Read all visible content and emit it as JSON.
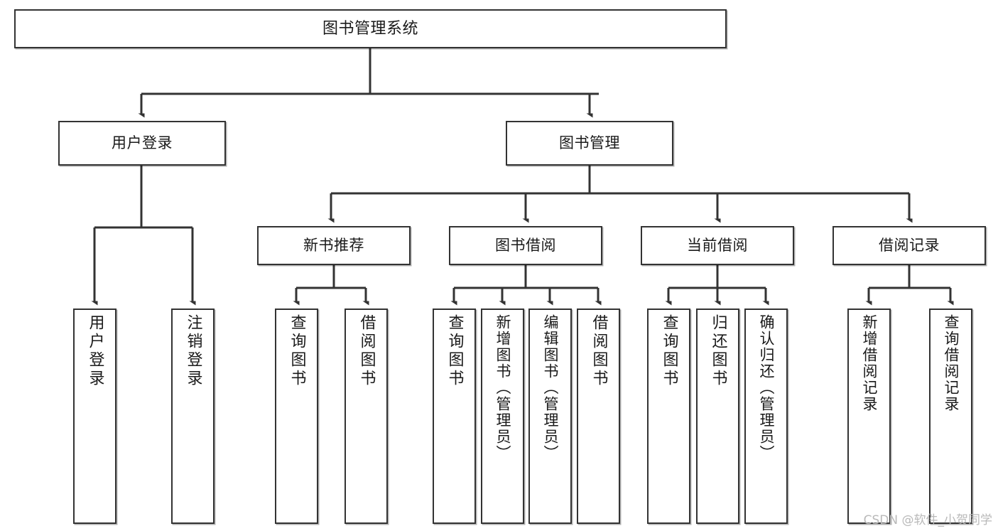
{
  "diagram": {
    "title": "图书管理系统",
    "type": "hierarchy-tree",
    "watermark": "CSDN @软件_小贺同学",
    "colors": {
      "background": "#ffffff",
      "box_border": "#333333",
      "connector": "#333333",
      "text": "#1a1a1a",
      "watermark": "#b9b9b9"
    },
    "nodes": {
      "root": {
        "label": "图书管理系统"
      },
      "tier2": [
        {
          "label": "用户登录"
        },
        {
          "label": "图书管理"
        }
      ],
      "tier3": [
        {
          "label": "新书推荐"
        },
        {
          "label": "图书借阅"
        },
        {
          "label": "当前借阅"
        },
        {
          "label": "借阅记录"
        }
      ],
      "leaves": {
        "user_login": [
          {
            "label": "用户登录"
          },
          {
            "label": "注销登录"
          }
        ],
        "new_book_recommend": [
          {
            "label": "查询图书"
          },
          {
            "label": "借阅图书"
          }
        ],
        "book_borrow": [
          {
            "label": "查询图书"
          },
          {
            "label": "新增图书（管理员）"
          },
          {
            "label": "编辑图书（管理员）"
          },
          {
            "label": "借阅图书"
          }
        ],
        "current_borrow": [
          {
            "label": "查询图书"
          },
          {
            "label": "归还图书"
          },
          {
            "label": "确认归还（管理员）"
          }
        ],
        "borrow_records": [
          {
            "label": "新增借阅记录"
          },
          {
            "label": "查询借阅记录"
          }
        ]
      }
    }
  }
}
